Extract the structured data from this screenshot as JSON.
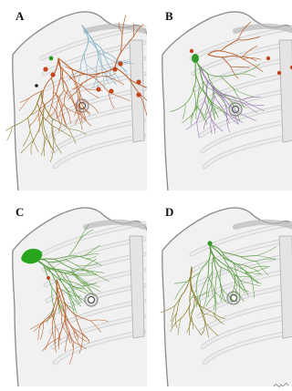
{
  "colors": {
    "background": "#ffffff",
    "outline": "#8a8a8a",
    "silhouette_fill": "#f1f1f1",
    "rib": "#b9b9b9",
    "nipple": "#8d8d8d",
    "lymph_green": "#5f9e47",
    "lymph_orange": "#b85f2c",
    "lymph_blue": "#7fb2c9",
    "lymph_purple": "#9a72b2",
    "node_red": "#c2441f",
    "node_green": "#2f9a2a",
    "lymph_olive": "#8a7a2a"
  },
  "panels": [
    {
      "label": "A"
    },
    {
      "label": "B"
    },
    {
      "label": "C"
    },
    {
      "label": "D"
    }
  ]
}
